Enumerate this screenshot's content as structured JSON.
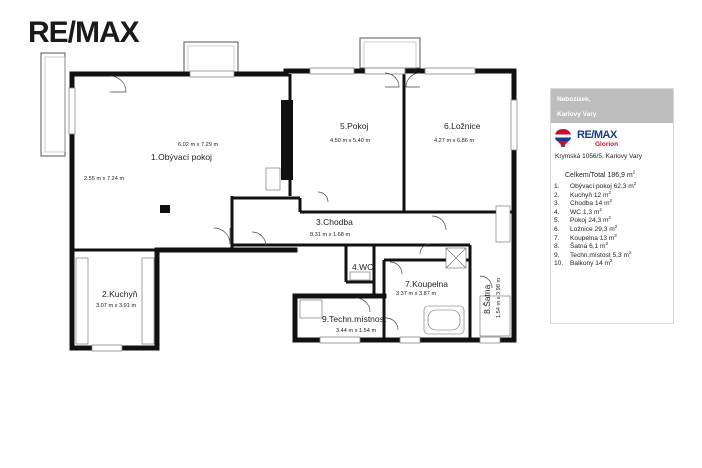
{
  "brand": {
    "logo": "RE/MAX",
    "legend_name": "RE/MAX",
    "legend_sub": "Glorion",
    "colors": {
      "blue": "#1b3a8c",
      "red": "#c8102e",
      "header_gray": "#bdbdbd"
    }
  },
  "legend": {
    "header_lines": [
      "Nebozízek,",
      "Karlovy Vary"
    ],
    "address": "Krymská 1056/5, Karlovy Vary",
    "total_label": "Celkem/Total",
    "total_value": "186,9",
    "unit": "m",
    "items": [
      {
        "no": "1.",
        "label": "Obývací pokoj 62,3 m"
      },
      {
        "no": "2.",
        "label": "Kuchyň 12 m"
      },
      {
        "no": "3.",
        "label": "Chodba 14 m"
      },
      {
        "no": "4.",
        "label": "WC 1,3 m"
      },
      {
        "no": "5.",
        "label": "Pokoj 24,3 m"
      },
      {
        "no": "6.",
        "label": "Ložnice 29,3 m"
      },
      {
        "no": "7.",
        "label": "Koupelna 13 m"
      },
      {
        "no": "8.",
        "label": "Šatna 6,1 m"
      },
      {
        "no": "9.",
        "label": "Techn.místost 5,3 m"
      },
      {
        "no": "10.",
        "label": "Balkony 14 m"
      }
    ]
  },
  "rooms": {
    "obyvaci": {
      "name": "1.Obývací pokoj",
      "dim": "6.02 m x 7.29 m",
      "dim2": "2.55 m x 7.24 m"
    },
    "kuchyn": {
      "name": "2.Kuchyň",
      "dim": "3.07 m x 3.91 m"
    },
    "chodba": {
      "name": "3.Chodba",
      "dim": "8.31 m x 1.68 m"
    },
    "wc": {
      "name": "4.WC"
    },
    "pokoj": {
      "name": "5.Pokoj",
      "dim": "4.50 m x 5.40 m"
    },
    "loznice": {
      "name": "6.Ložnice",
      "dim": "4.27 m x 6.86 m"
    },
    "koupelna": {
      "name": "7.Koupelna",
      "dim": "3.37 m x 3.87 m"
    },
    "satna": {
      "name": "8.Šatna",
      "dim": "1.54 m x 3.98 m"
    },
    "techn": {
      "name": "9.Techn.místnost",
      "dim": "3.44 m x 1.54 m"
    }
  }
}
